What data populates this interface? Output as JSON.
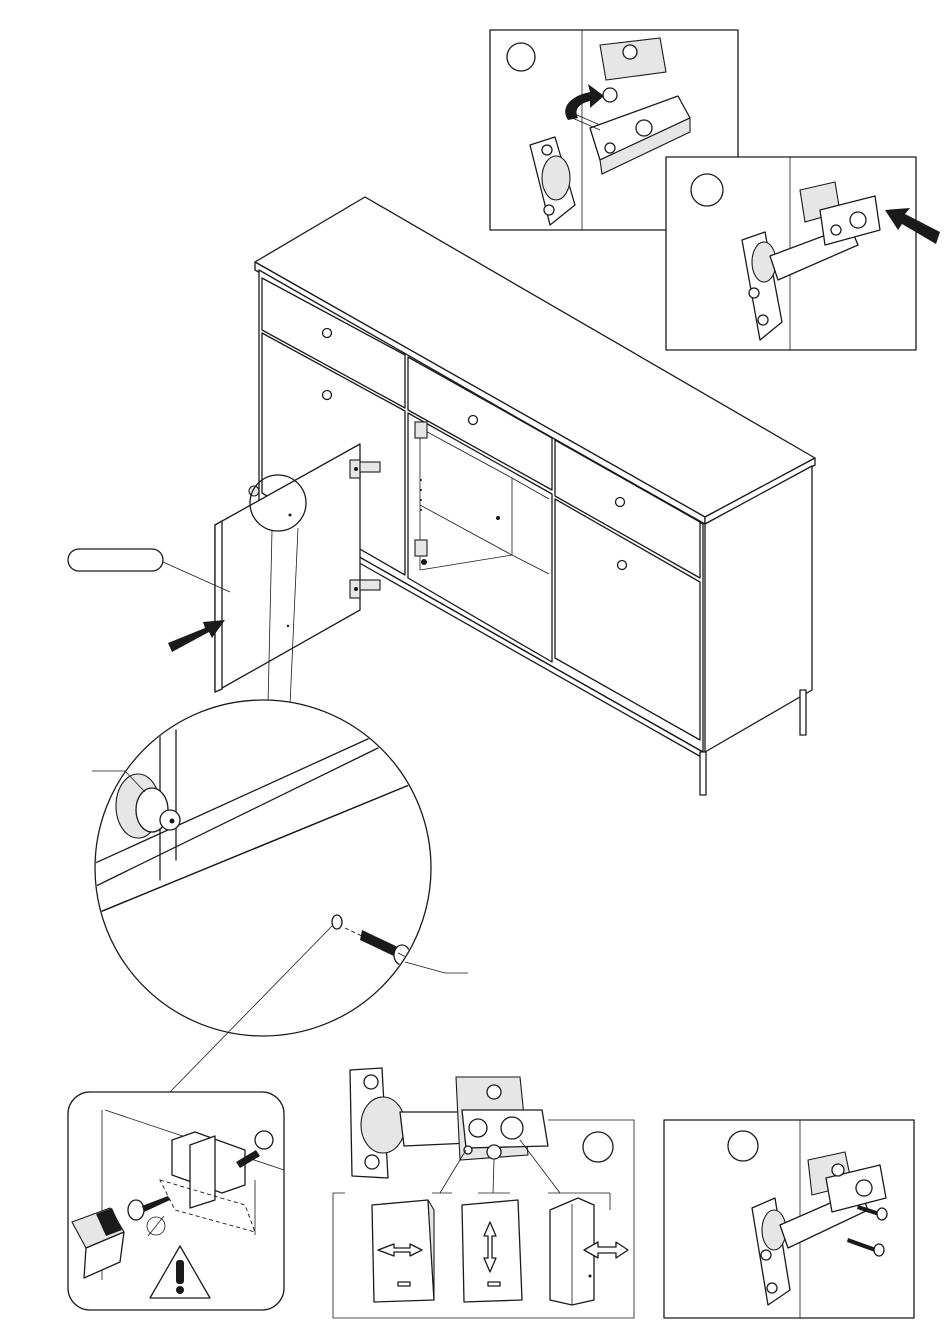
{
  "steps": [
    {
      "id": "detach-hinge",
      "label": ""
    },
    {
      "id": "press-hinge",
      "label": ""
    },
    {
      "id": "adjust-hinge",
      "label": ""
    },
    {
      "id": "screw-hinge",
      "label": ""
    }
  ],
  "callouts": {
    "door_part": "",
    "bumper_part": "",
    "screw_part": ""
  },
  "adjustments": [
    "horizontal",
    "vertical",
    "depth"
  ],
  "icons": [
    "arrow-icon",
    "warning-icon",
    "screwdriver-icon",
    "hinge-icon"
  ]
}
